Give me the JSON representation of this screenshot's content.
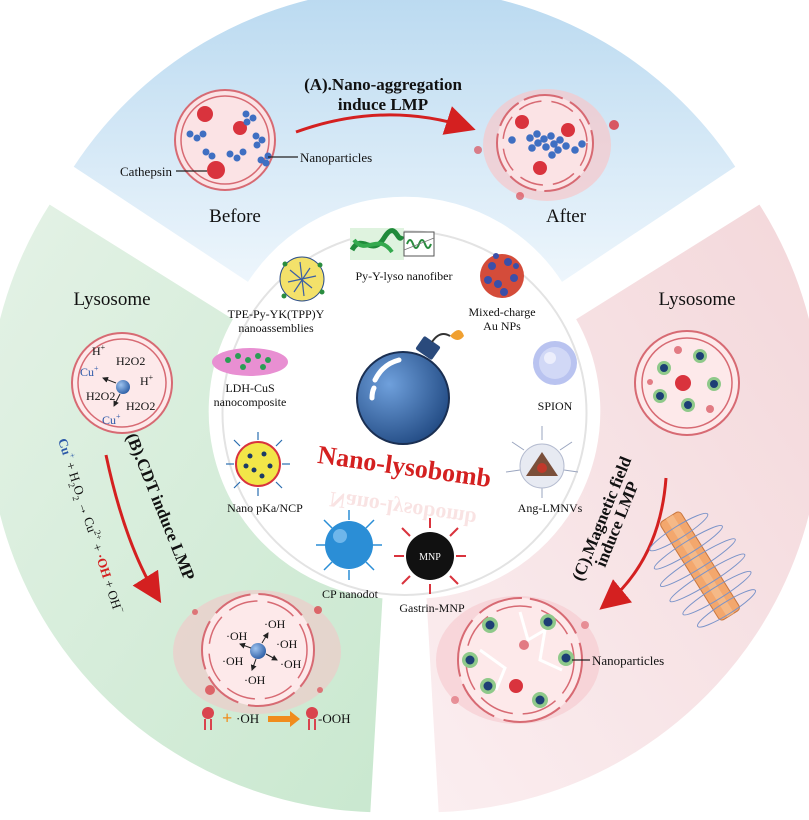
{
  "title": "Nano-lysobomb",
  "sections": {
    "a": {
      "heading_line1": "(A).Nano-aggregation",
      "heading_line2": "induce LMP",
      "before_label": "Before",
      "after_label": "After",
      "cathepsin_label": "Cathepsin",
      "nanoparticles_label": "Nanoparticles"
    },
    "b": {
      "lysosome_label": "Lysosome",
      "heading": "(B).CDT induce LMP",
      "inset_h1": "H",
      "inset_h2": "H",
      "inset_h2o2_1": "H2O2",
      "inset_h2o2_2": "H2O2",
      "inset_h2o2_3": "H2O2",
      "inset_cu1": "Cu",
      "inset_cu2": "Cu",
      "equation": {
        "cu": "Cu",
        "plus_h2o2": " + H",
        "o2": "O",
        "arrow_cu": " → Cu",
        "charge": "2+",
        "plus1": " + ",
        "oh_radical": "·OH",
        "plus_oh": " + OH"
      },
      "radical_label": "·OH",
      "reaction_plus": "+",
      "reaction_oh": "·OH",
      "reaction_product": "-OOH"
    },
    "c": {
      "lysosome_label": "Lysosome",
      "heading_line1": "(C).Magnetic field",
      "heading_line2": "induce LMP",
      "nanoparticles_label": "Nanoparticles"
    }
  },
  "nanomaterials": {
    "tpe": {
      "line1": "TPE-Py-YK(TPP)Y",
      "line2": "nanoassemblies"
    },
    "nanofiber": {
      "line1": "Py-Y-lyso nanofiber"
    },
    "au": {
      "line1": "Mixed-charge",
      "line2": "Au NPs"
    },
    "ldh": {
      "line1": "LDH-CuS",
      "line2": "nanocomposite"
    },
    "spion": {
      "line1": "SPION"
    },
    "pka": {
      "line1": "Nano pKa/NCP"
    },
    "ang": {
      "line1": "Ang-LMNVs"
    },
    "cp": {
      "line1": "CP nanodot"
    },
    "gastrin": {
      "line1": "Gastrin-MNP",
      "logo": "MNP"
    }
  },
  "colors": {
    "red": "#d42020",
    "blue": "#3a6fc4",
    "lysosome_pink": "#f7c9cc",
    "section_a_bg": "#cfe6f5",
    "section_b_bg": "#d7efdc",
    "section_c_bg": "#f6d9dc",
    "bomb": "#2f5f9e"
  }
}
